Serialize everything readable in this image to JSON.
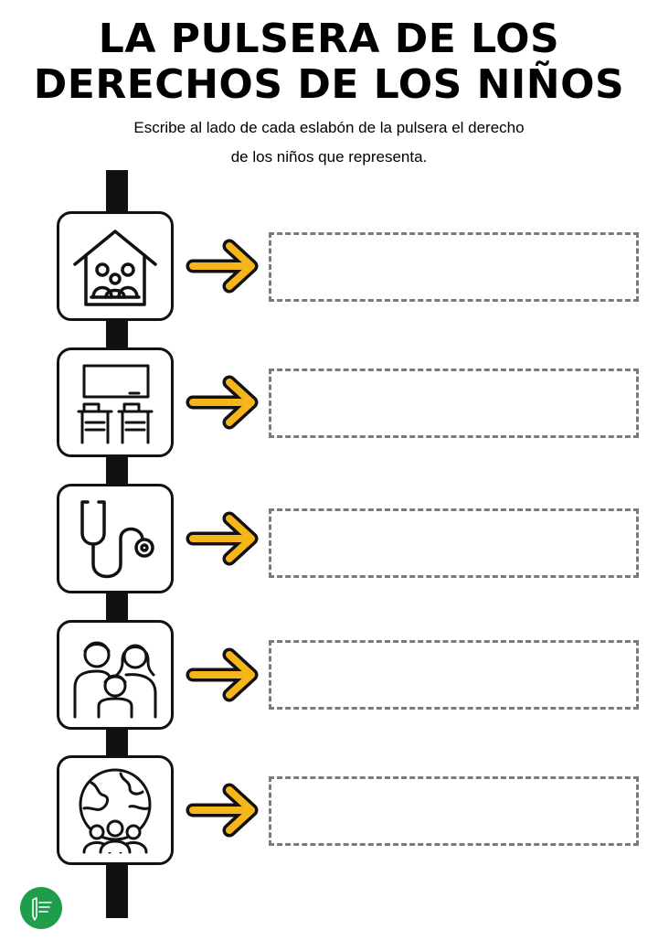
{
  "title": {
    "line1": "LA PULSERA DE LOS",
    "line2": "DERECHOS DE LOS NIÑOS"
  },
  "instructions": {
    "line1": "Escribe al lado de cada eslabón de la pulsera el derecho",
    "line2": "de los niños que representa."
  },
  "colors": {
    "arrow": "#F5B61C",
    "band": "#111111",
    "dashed_border": "#7A7A7A",
    "logo": "#1E9E4A"
  },
  "bracelet_links": [
    {
      "icon": "house-family-icon",
      "answer": ""
    },
    {
      "icon": "classroom-icon",
      "answer": ""
    },
    {
      "icon": "stethoscope-icon",
      "answer": ""
    },
    {
      "icon": "family-icon",
      "answer": ""
    },
    {
      "icon": "globe-people-icon",
      "answer": ""
    }
  ]
}
